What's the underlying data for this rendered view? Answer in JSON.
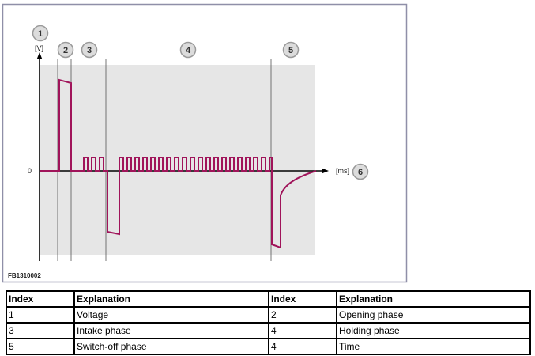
{
  "figure": {
    "code": "FB1310002",
    "axis_y_unit": "[V]",
    "axis_x_unit": "[ms]",
    "zero_label": "0",
    "callouts": [
      "1",
      "2",
      "3",
      "4",
      "5",
      "6"
    ],
    "colors": {
      "signal": "#a0145a",
      "plot_area": "#e6e6e6",
      "frame": "#8f8fa8"
    }
  },
  "legend_table": {
    "headers": [
      "Index",
      "Explanation",
      "Index",
      "Explanation"
    ],
    "rows": [
      [
        "1",
        "Voltage",
        "2",
        "Opening phase"
      ],
      [
        "3",
        "Intake phase",
        "4",
        "Holding phase"
      ],
      [
        "5",
        "Switch-off phase",
        "4",
        "Time"
      ]
    ]
  }
}
